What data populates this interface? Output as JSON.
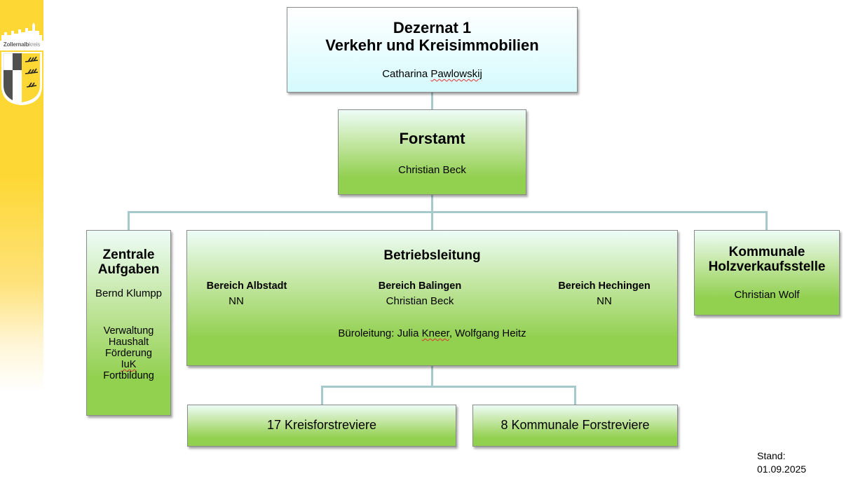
{
  "logo": {
    "name_part1": "Zollernalb",
    "name_part2": "kreis"
  },
  "dezernat": {
    "title_line1": "Dezernat 1",
    "title_line2": "Verkehr und Kreisimmobilien",
    "person_first": "Catharina ",
    "person_last": "Pawlowskij"
  },
  "forstamt": {
    "title": "Forstamt",
    "person": "Christian Beck"
  },
  "zentrale": {
    "title_line1": "Zentrale",
    "title_line2": "Aufgaben",
    "person": "Bernd Klumpp",
    "tasks": [
      "Verwaltung",
      "Haushalt",
      "Förderung",
      "IuK",
      "Fortbildung"
    ]
  },
  "betriebsleitung": {
    "title": "Betriebsleitung",
    "bereiche": [
      {
        "name": "Bereich Albstadt",
        "person": "NN"
      },
      {
        "name": "Bereich Balingen",
        "person": "Christian Beck"
      },
      {
        "name": "Bereich Hechingen",
        "person": "NN"
      }
    ],
    "bueroleitung_prefix": "Büroleitung: Julia ",
    "bueroleitung_name": "Kneer",
    "bueroleitung_suffix": ", Wolfgang Heitz"
  },
  "holzverkauf": {
    "title_line1": "Kommunale",
    "title_line2": "Holzverkaufsstelle",
    "person": "Christian Wolf"
  },
  "reviere": {
    "kreis": "17 Kreisforstreviere",
    "kommunal": "8 Kommunale Forstreviere"
  },
  "stand": {
    "label": "Stand:",
    "date": "01.09.2025"
  },
  "colors": {
    "connector": "#a6c9cc",
    "green": "#92d050",
    "cyan": "#d4fafd",
    "sidebar_yellow": "#fdd835"
  }
}
